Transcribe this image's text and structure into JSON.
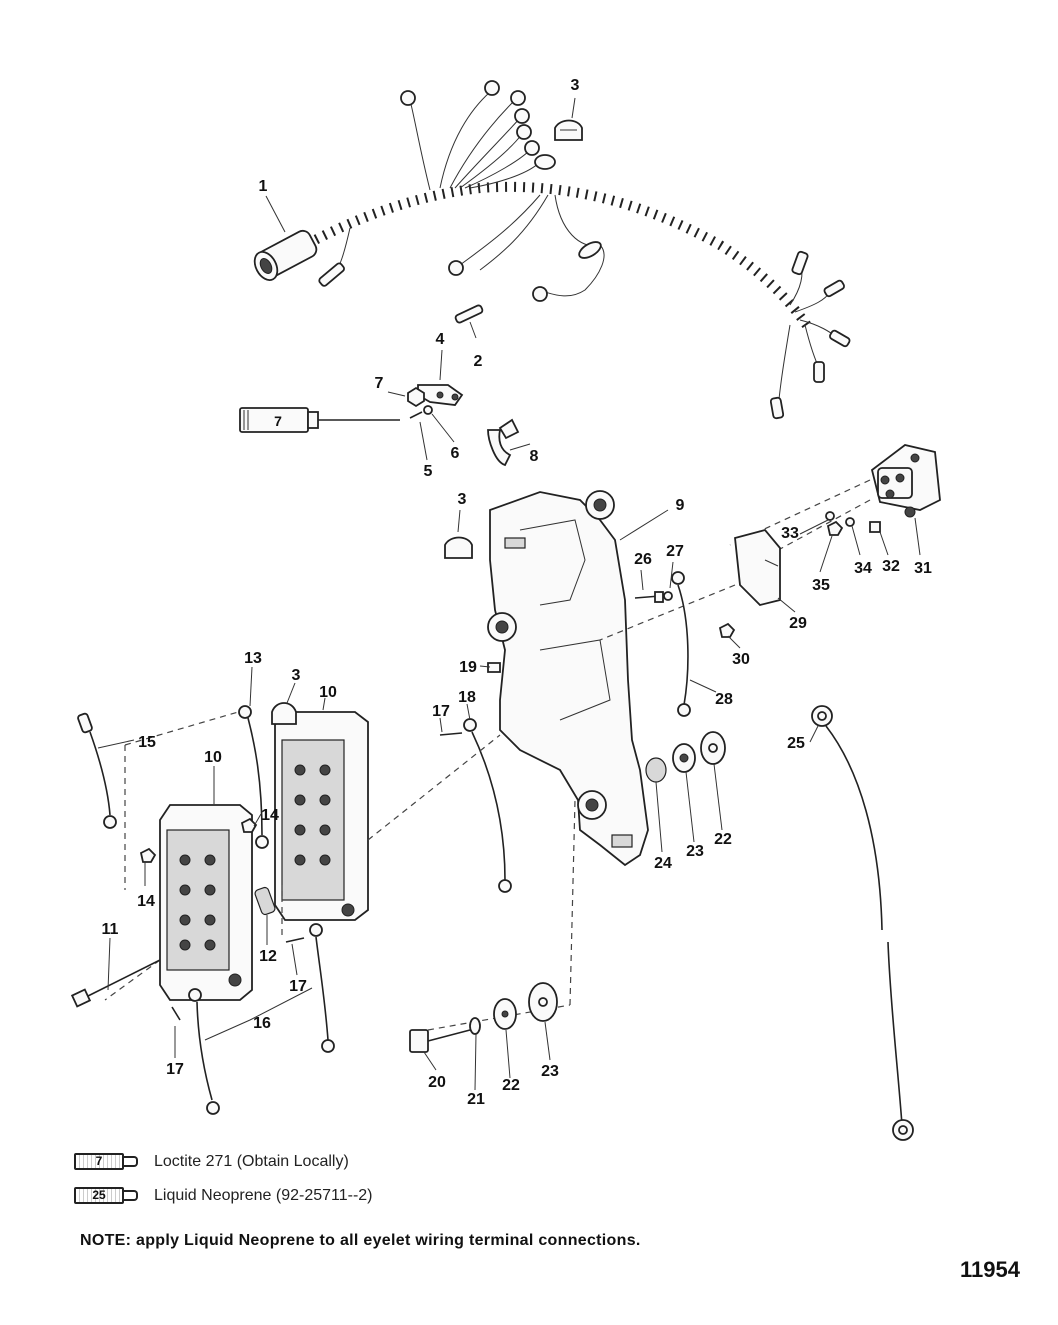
{
  "callouts": [
    {
      "id": "c1",
      "label": "1"
    },
    {
      "id": "c2",
      "label": "2"
    },
    {
      "id": "c3a",
      "label": "3"
    },
    {
      "id": "c4",
      "label": "4"
    },
    {
      "id": "c5",
      "label": "5"
    },
    {
      "id": "c6",
      "label": "6"
    },
    {
      "id": "c7a",
      "label": "7"
    },
    {
      "id": "c8",
      "label": "8"
    },
    {
      "id": "c3b",
      "label": "3"
    },
    {
      "id": "c9",
      "label": "9"
    },
    {
      "id": "c26",
      "label": "26"
    },
    {
      "id": "c27",
      "label": "27"
    },
    {
      "id": "c33",
      "label": "33"
    },
    {
      "id": "c34",
      "label": "34"
    },
    {
      "id": "c32",
      "label": "32"
    },
    {
      "id": "c31",
      "label": "31"
    },
    {
      "id": "c35",
      "label": "35"
    },
    {
      "id": "c29",
      "label": "29"
    },
    {
      "id": "c30",
      "label": "30"
    },
    {
      "id": "c28",
      "label": "28"
    },
    {
      "id": "c19",
      "label": "19"
    },
    {
      "id": "c18",
      "label": "18"
    },
    {
      "id": "c17a",
      "label": "17"
    },
    {
      "id": "c13",
      "label": "13"
    },
    {
      "id": "c3c",
      "label": "3"
    },
    {
      "id": "c10a",
      "label": "10"
    },
    {
      "id": "c15",
      "label": "15"
    },
    {
      "id": "c10b",
      "label": "10"
    },
    {
      "id": "c14a",
      "label": "14"
    },
    {
      "id": "c14b",
      "label": "14"
    },
    {
      "id": "c25",
      "label": "25"
    },
    {
      "id": "c24",
      "label": "24"
    },
    {
      "id": "c23a",
      "label": "23"
    },
    {
      "id": "c22a",
      "label": "22"
    },
    {
      "id": "c11",
      "label": "11"
    },
    {
      "id": "c12",
      "label": "12"
    },
    {
      "id": "c17b",
      "label": "17"
    },
    {
      "id": "c16",
      "label": "16"
    },
    {
      "id": "c17c",
      "label": "17"
    },
    {
      "id": "c20",
      "label": "20"
    },
    {
      "id": "c21",
      "label": "21"
    },
    {
      "id": "c22b",
      "label": "22"
    },
    {
      "id": "c23b",
      "label": "23"
    }
  ],
  "tube_label": "7",
  "legend": [
    {
      "tube_number": "7",
      "text": "Loctite 271 (Obtain Locally)"
    },
    {
      "tube_number": "25",
      "text": "Liquid Neoprene (92-25711--2)"
    }
  ],
  "note": "NOTE: apply Liquid Neoprene to all eyelet wiring terminal connections.",
  "figure_number": "11954"
}
